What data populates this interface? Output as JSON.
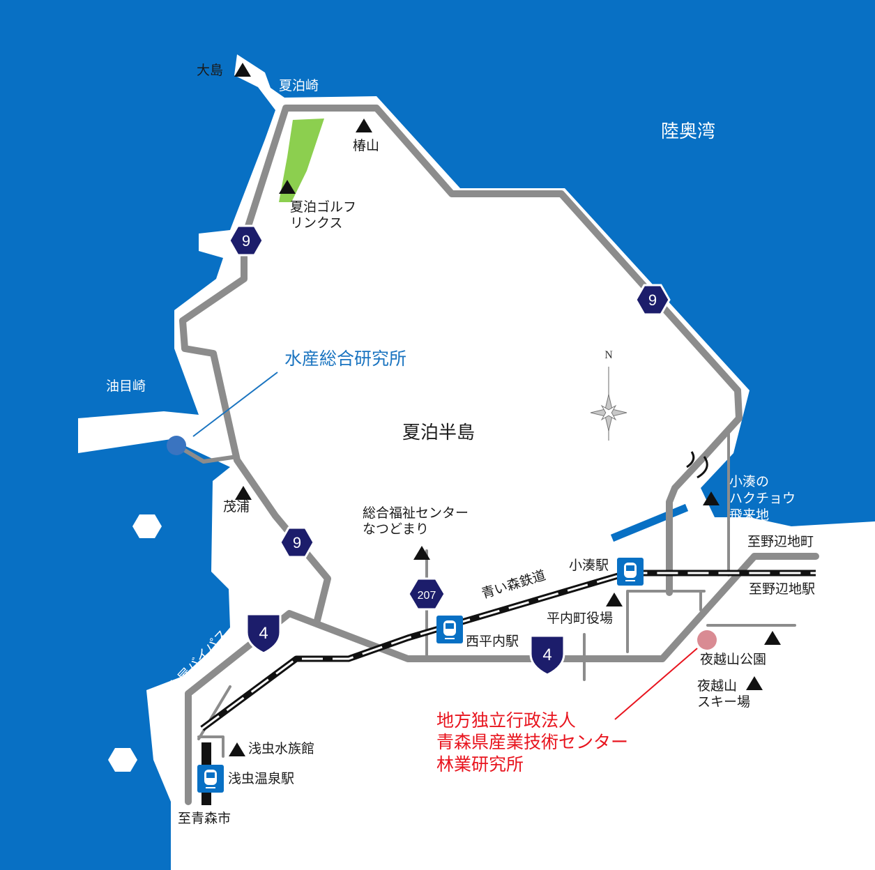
{
  "colors": {
    "sea": "#0870c4",
    "land": "#ffffff",
    "road": "#8c8c8c",
    "railway": "#111111",
    "golf": "#8ccf4f",
    "route_badge": "#1c1d6b",
    "station_badge": "#0870c4",
    "marker_blue": "#3a74c0",
    "marker_pink": "#d98b93",
    "leader_red": "#e8141e",
    "leader_blue": "#1a74c0"
  },
  "labels": {
    "mutsu_bay": "陸奥湾",
    "oshima": "大島",
    "natsudomari_cape": "夏泊崎",
    "tsubakiyama": "椿山",
    "golf_links": [
      "夏泊ゴルフ",
      "リンクス"
    ],
    "aburame_cape": "油目崎",
    "fisheries_institute": "水産総合研究所",
    "peninsula": "夏泊半島",
    "moura": "茂浦",
    "welfare_center": [
      "総合福祉センター",
      "なつどまり"
    ],
    "aoimori_railway": "青い森鉄道",
    "kominato_station": "小湊駅",
    "hiranai_office": "平内町役場",
    "nishi_hiranai_station": "西平内駅",
    "swan_site": [
      "小湊の",
      "ハクチョウ",
      "飛来地"
    ],
    "to_noheji_town": "至野辺地町",
    "to_noheji_station": "至野辺地駅",
    "yogoshiyama_park": "夜越山公園",
    "yogoshiyama_ski": [
      "夜越山",
      "スキー場"
    ],
    "forestry_institute": [
      "地方独立行政法人",
      "青森県産業技術センター",
      "林業研究所"
    ],
    "tsuchiya_bypass": "土屋バイパス",
    "asamushi_aquarium": "浅虫水族館",
    "asamushi_onsen_station": "浅虫温泉駅",
    "to_aomori_city": "至青森市"
  },
  "compass": {
    "north_label": "N"
  },
  "route_numbers": {
    "r9": "9",
    "r4": "4",
    "r207": "207"
  },
  "icons": {
    "peak": "triangle-peak-icon",
    "station": "train-icon"
  }
}
